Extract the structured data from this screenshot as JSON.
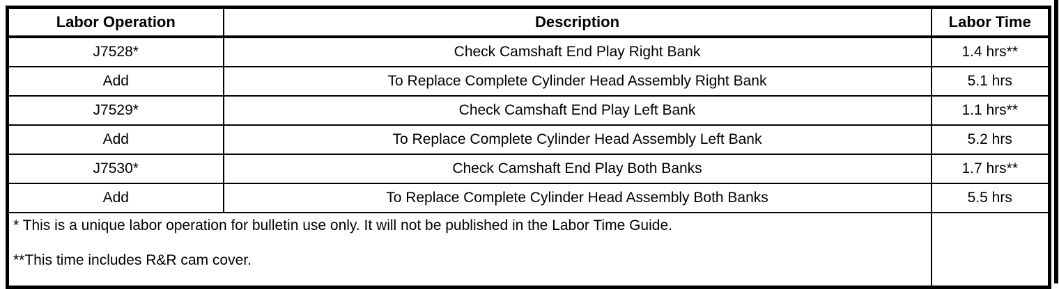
{
  "page": {
    "background": "#ffffff",
    "border_color": "#000000"
  },
  "table": {
    "columns": [
      {
        "label": "Labor Operation"
      },
      {
        "label": "Description"
      },
      {
        "label": "Labor Time"
      }
    ],
    "rows": [
      {
        "labor_operation": "J7528*",
        "description": "Check Camshaft End Play Right Bank",
        "labor_time": "1.4 hrs**"
      },
      {
        "labor_operation": "Add",
        "description": "To Replace Complete Cylinder Head Assembly Right Bank",
        "labor_time": "5.1 hrs"
      },
      {
        "labor_operation": "J7529*",
        "description": "Check Camshaft End Play Left Bank",
        "labor_time": "1.1 hrs**"
      },
      {
        "labor_operation": "Add",
        "description": "To Replace Complete Cylinder Head Assembly Left Bank",
        "labor_time": "5.2 hrs"
      },
      {
        "labor_operation": "J7530*",
        "description": "Check Camshaft End Play Both Banks",
        "labor_time": "1.7 hrs**"
      },
      {
        "labor_operation": "Add",
        "description": "To Replace Complete Cylinder Head Assembly Both Banks",
        "labor_time": "5.5 hrs"
      }
    ],
    "footnotes": [
      "* This is a unique labor operation for bulletin use only. It will not be published in the Labor Time Guide.",
      "**This time includes R&R cam cover."
    ]
  }
}
